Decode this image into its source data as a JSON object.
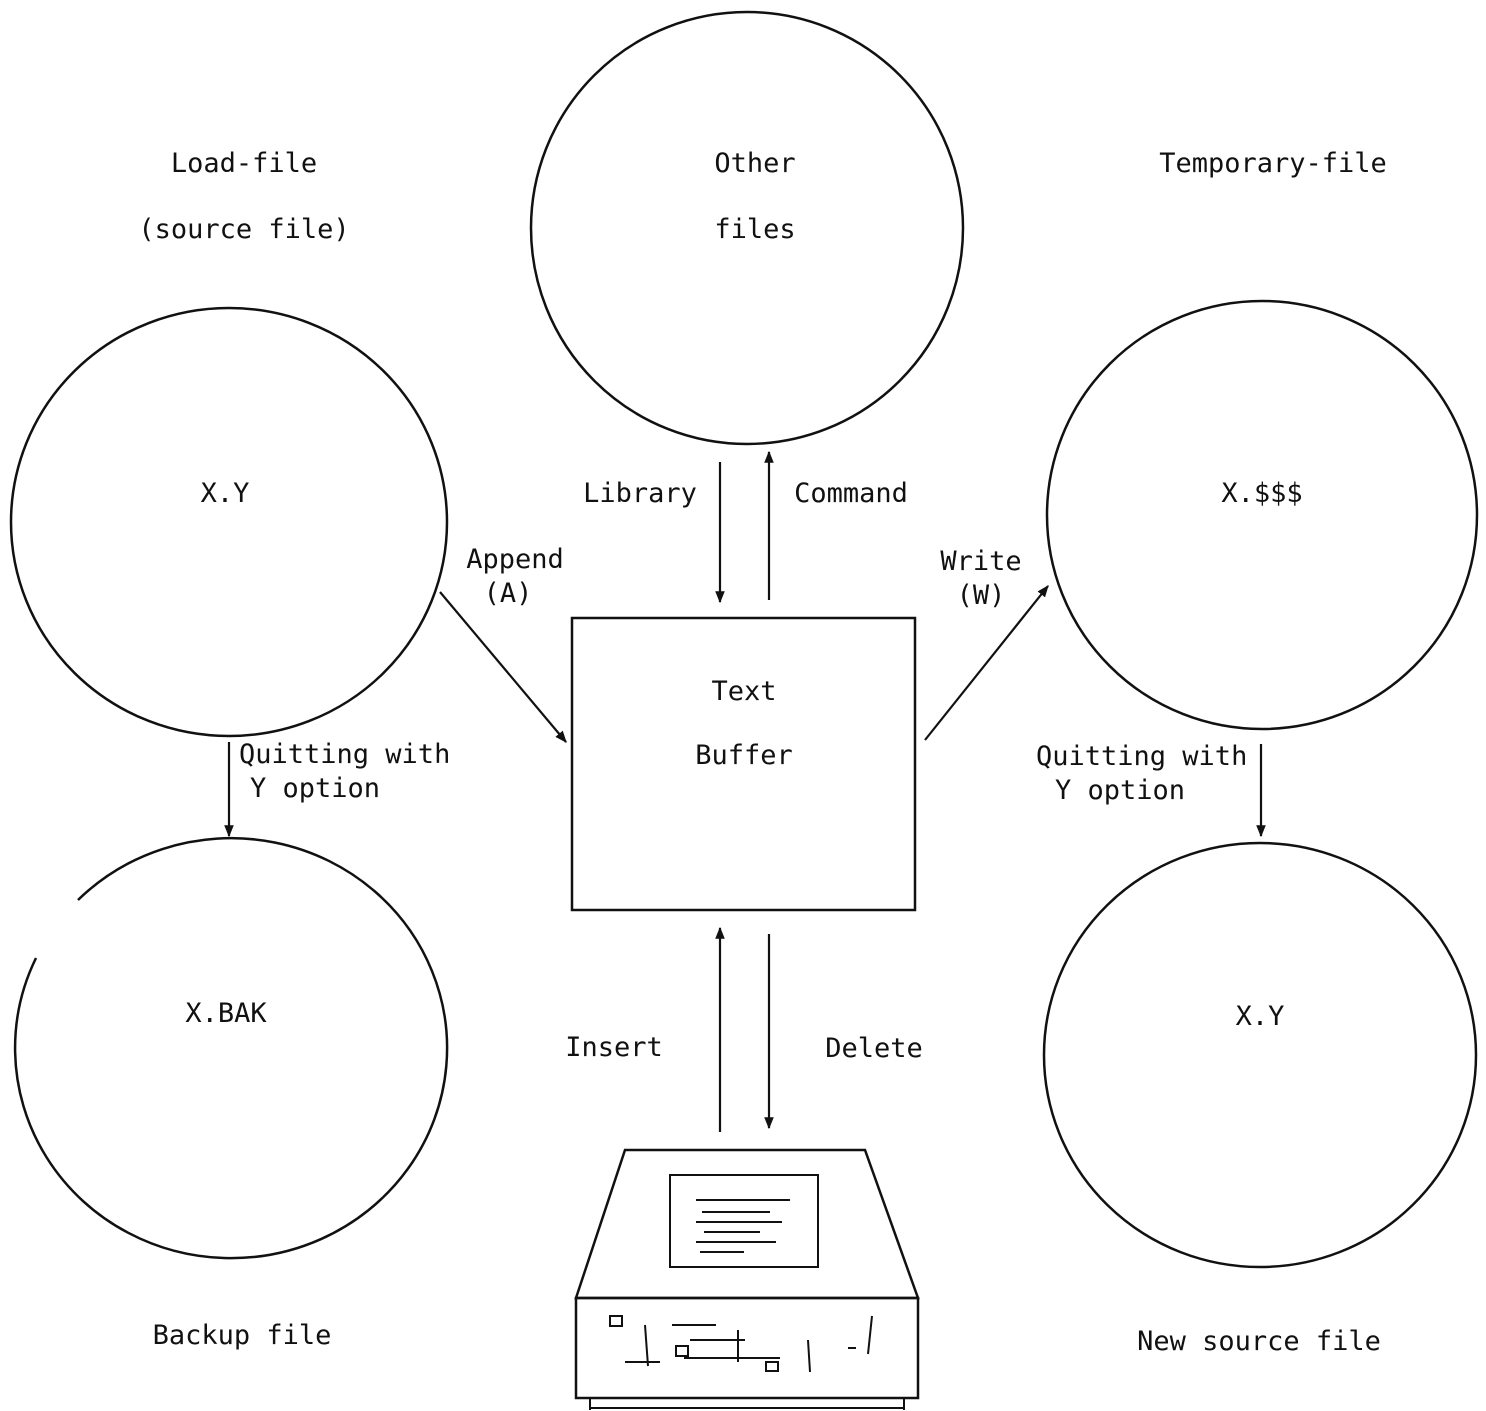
{
  "labels": {
    "load_file": "Load-file",
    "source_file": "(source file)",
    "other": "Other",
    "files": "files",
    "temporary_file": "Temporary-file",
    "xy_source": "X.Y",
    "x_sss": "X.$$$",
    "library": "Library",
    "command": "Command",
    "append": "Append",
    "append_key": "(A)",
    "write": "Write",
    "write_key": "(W)",
    "text": "Text",
    "buffer": "Buffer",
    "quit_left_1": "Quitting with",
    "quit_left_2": "Y option",
    "quit_right_1": "Quitting with",
    "quit_right_2": "Y option",
    "x_bak": "X.BAK",
    "xy_new": "X.Y",
    "insert": "Insert",
    "delete": "Delete",
    "backup_file": "Backup file",
    "new_source_file": "New source file"
  },
  "icons": [
    "computer-terminal-icon"
  ],
  "colors": {
    "ink": "#111111",
    "paper": "#ffffff"
  }
}
